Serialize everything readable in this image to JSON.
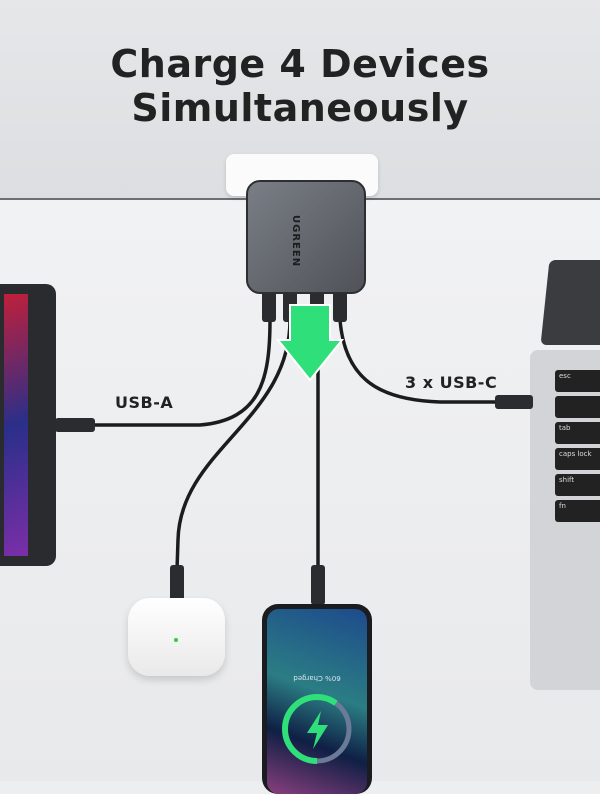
{
  "headline": {
    "line1": "Charge 4 Devices",
    "line2": "Simultaneously"
  },
  "charger": {
    "brand": "UGREEN"
  },
  "labels": {
    "usb_a": "USB-A",
    "usb_c": "3 x USB-C"
  },
  "phone": {
    "status": "60% Charged",
    "charge_fraction": 0.6
  },
  "laptop": {
    "keys": [
      "esc",
      "",
      "tab",
      "caps lock",
      "shift",
      "fn"
    ]
  },
  "colors": {
    "accent_green": "#2fe07a",
    "title": "#222222",
    "charger": "#5a5e64"
  }
}
